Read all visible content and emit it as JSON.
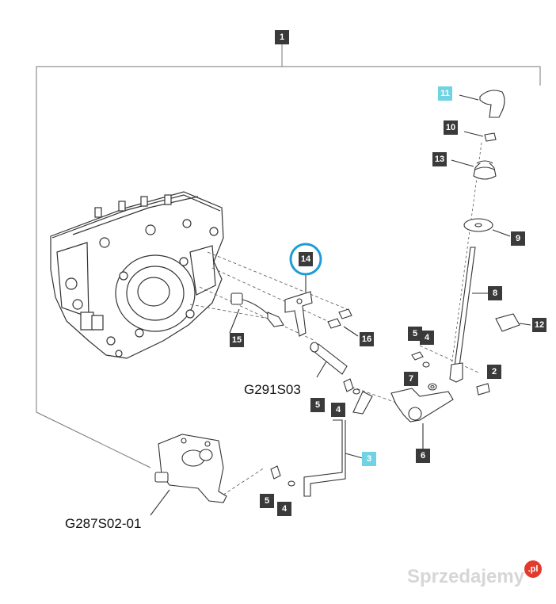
{
  "callouts": {
    "c1": "1",
    "c2": "2",
    "c3": "3",
    "c4a": "4",
    "c4b": "4",
    "c4c": "4",
    "c5a": "5",
    "c5b": "5",
    "c5c": "5",
    "c6": "6",
    "c7": "7",
    "c8": "8",
    "c9": "9",
    "c10": "10",
    "c11": "11",
    "c12": "12",
    "c13": "13",
    "c14": "14",
    "c15": "15",
    "c16": "16"
  },
  "references": {
    "upper": "G291S03",
    "lower": "G287S02-01"
  },
  "watermark": {
    "text": "Sprzedajemy",
    "badge": ".pl"
  },
  "colors": {
    "callout_bg": "#3a3a3a",
    "callout_highlight": "#6fd3e3",
    "highlight_ring": "#1f9bd7",
    "watermark_badge": "#e23b2e"
  }
}
